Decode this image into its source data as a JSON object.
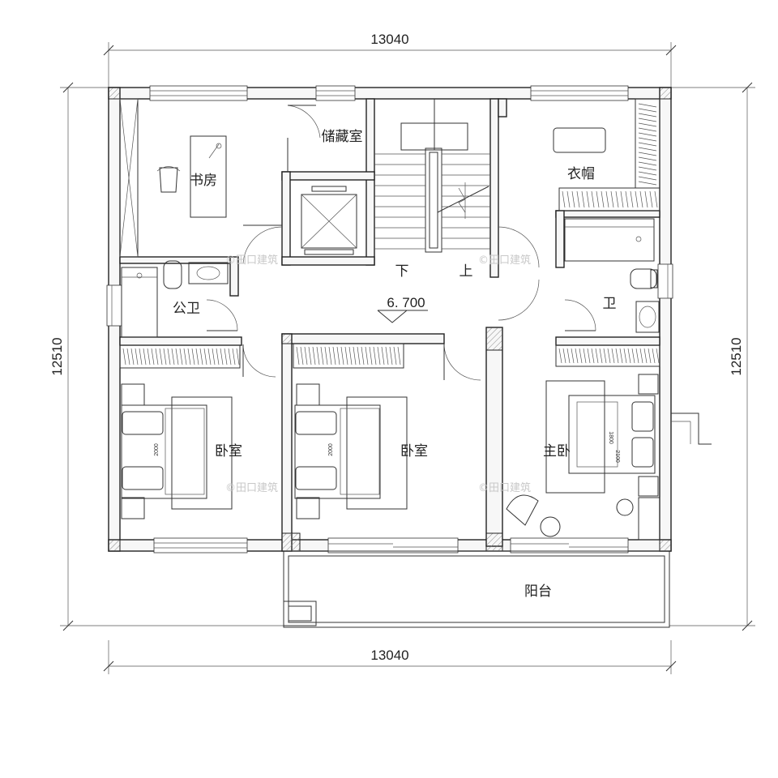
{
  "dimensions": {
    "top_width": "13040",
    "bottom_width": "13040",
    "left_height": "12510",
    "right_height": "12510"
  },
  "rooms": {
    "study": "书房",
    "storage": "储藏室",
    "cloakroom": "衣帽",
    "public_bath": "公卫",
    "master_bath": "卫",
    "bedroom_left": "卧室",
    "bedroom_middle": "卧室",
    "master_bedroom": "主卧",
    "balcony": "阳台"
  },
  "stairs": {
    "down_label": "下",
    "up_label": "上"
  },
  "elevation": "6. 700",
  "bed_sizes": {
    "bedroom_left": "2000",
    "bedroom_middle": "2000",
    "master_width": "1800",
    "master_length": "2100"
  },
  "watermark": "©田口建筑",
  "colors": {
    "line": "#222222",
    "hatch": "#888888",
    "watermark": "#c8c8c8"
  }
}
